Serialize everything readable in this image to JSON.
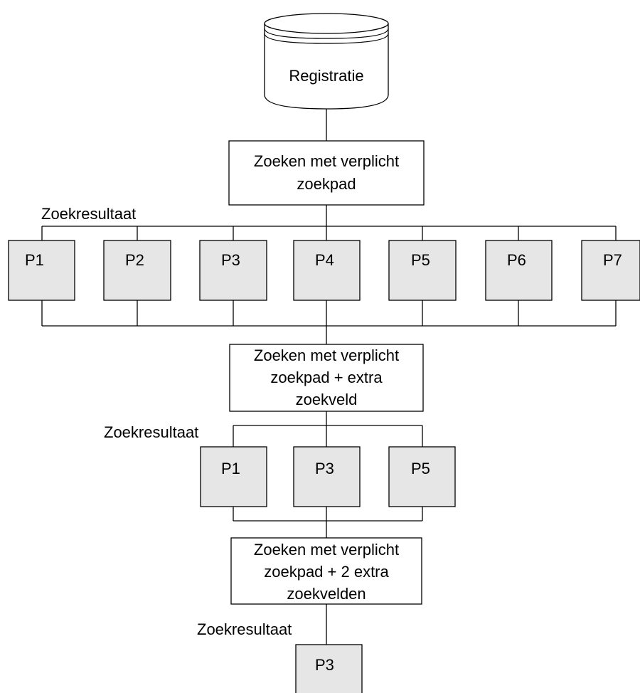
{
  "registry": {
    "label": "Registratie",
    "icon": "database-icon"
  },
  "search1": {
    "lines": [
      "Zoeken met verplicht",
      "zoekpad"
    ],
    "result_label": "Zoekresultaat",
    "results": [
      "P1",
      "P2",
      "P3",
      "P4",
      "P5",
      "P6",
      "P7"
    ]
  },
  "search2": {
    "lines": [
      "Zoeken met verplicht",
      "zoekpad + extra",
      "zoekveld"
    ],
    "result_label": "Zoekresultaat",
    "results": [
      "P1",
      "P3",
      "P5"
    ]
  },
  "search3": {
    "lines": [
      "Zoeken met verplicht",
      "zoekpad + 2 extra",
      "zoekvelden"
    ],
    "result_label": "Zoekresultaat",
    "results": [
      "P3"
    ]
  },
  "colors": {
    "result_fill": "#e6e6e6",
    "box_fill": "#ffffff",
    "stroke": "#000000"
  }
}
